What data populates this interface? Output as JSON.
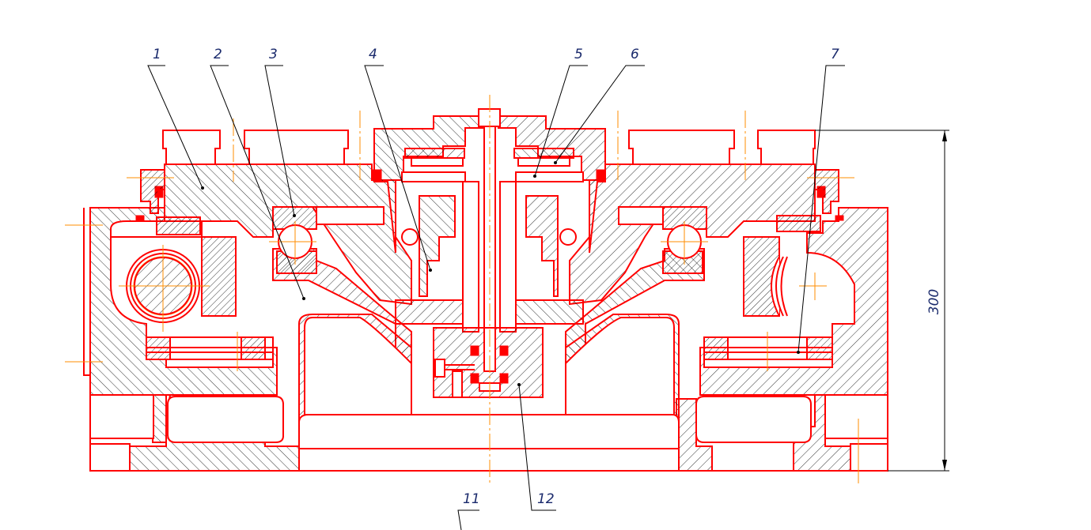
{
  "drawing": {
    "type": "mechanical assembly cross-section",
    "line_color": "#ff0000",
    "axis_color": "#ff8c00",
    "leader_color": "#000000",
    "text_color": "#1a2a6c"
  },
  "callouts": [
    {
      "id": "1",
      "text": "1"
    },
    {
      "id": "2",
      "text": "2"
    },
    {
      "id": "3",
      "text": "3"
    },
    {
      "id": "4",
      "text": "4"
    },
    {
      "id": "5",
      "text": "5"
    },
    {
      "id": "6",
      "text": "6"
    },
    {
      "id": "7",
      "text": "7"
    },
    {
      "id": "11",
      "text": "11"
    },
    {
      "id": "12",
      "text": "12"
    }
  ],
  "dimensions": {
    "overall_height": "300"
  }
}
